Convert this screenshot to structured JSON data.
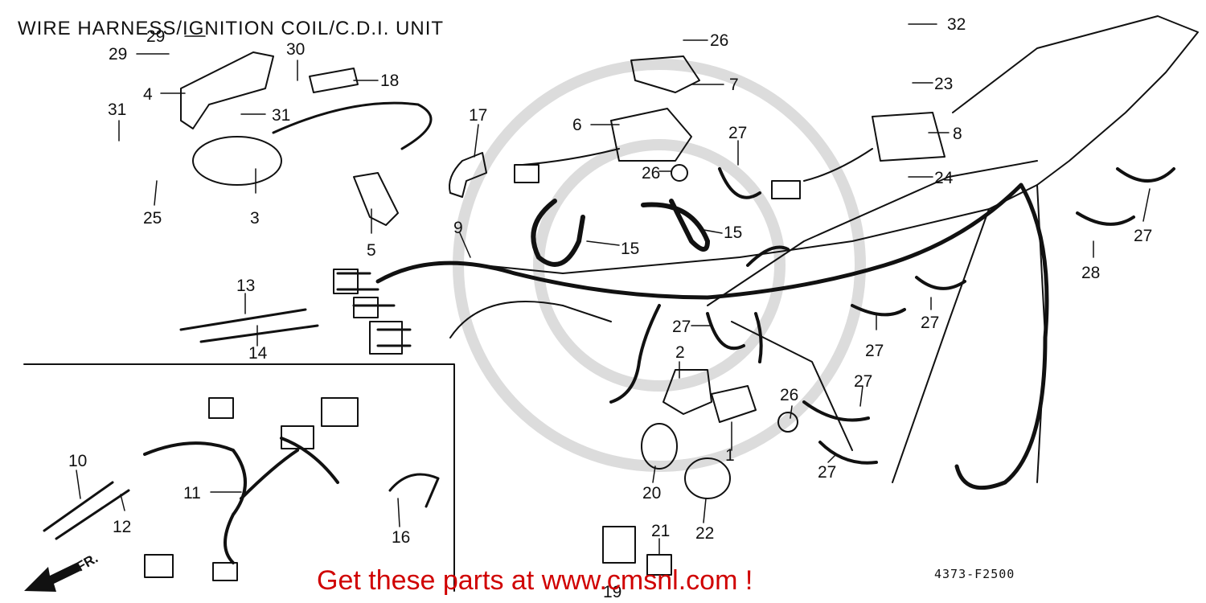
{
  "title": "WIRE HARNESS/IGNITION COIL/C.D.I. UNIT",
  "code": "4373-F2500",
  "promo": "Get these parts at www.cmsnl.com !",
  "fr": "FR.",
  "callouts": [
    {
      "id": "c1",
      "text": "1"
    },
    {
      "id": "c2",
      "text": "2"
    },
    {
      "id": "c3",
      "text": "3"
    },
    {
      "id": "c4",
      "text": "4"
    },
    {
      "id": "c5",
      "text": "5"
    },
    {
      "id": "c6",
      "text": "6"
    },
    {
      "id": "c7",
      "text": "7"
    },
    {
      "id": "c8",
      "text": "8"
    },
    {
      "id": "c9",
      "text": "9"
    },
    {
      "id": "c10",
      "text": "10"
    },
    {
      "id": "c11",
      "text": "11"
    },
    {
      "id": "c12",
      "text": "12"
    },
    {
      "id": "c13",
      "text": "13"
    },
    {
      "id": "c14",
      "text": "14"
    },
    {
      "id": "c15a",
      "text": "15"
    },
    {
      "id": "c15b",
      "text": "15"
    },
    {
      "id": "c16",
      "text": "16"
    },
    {
      "id": "c17",
      "text": "17"
    },
    {
      "id": "c18",
      "text": "18"
    },
    {
      "id": "c19",
      "text": "19"
    },
    {
      "id": "c20",
      "text": "20"
    },
    {
      "id": "c21",
      "text": "21"
    },
    {
      "id": "c22",
      "text": "22"
    },
    {
      "id": "c23",
      "text": "23"
    },
    {
      "id": "c24",
      "text": "24"
    },
    {
      "id": "c25",
      "text": "25"
    },
    {
      "id": "c26a",
      "text": "26"
    },
    {
      "id": "c26b",
      "text": "26"
    },
    {
      "id": "c26c",
      "text": "26"
    },
    {
      "id": "c27a",
      "text": "27"
    },
    {
      "id": "c27b",
      "text": "27"
    },
    {
      "id": "c27c",
      "text": "27"
    },
    {
      "id": "c27d",
      "text": "27"
    },
    {
      "id": "c27e",
      "text": "27"
    },
    {
      "id": "c27f",
      "text": "27"
    },
    {
      "id": "c27g",
      "text": "27"
    },
    {
      "id": "c28",
      "text": "28"
    },
    {
      "id": "c29a",
      "text": "29"
    },
    {
      "id": "c29b",
      "text": "29"
    },
    {
      "id": "c30",
      "text": "30"
    },
    {
      "id": "c31a",
      "text": "31"
    },
    {
      "id": "c31b",
      "text": "31"
    },
    {
      "id": "c32",
      "text": "32"
    }
  ],
  "colors": {
    "ink": "#111111",
    "promo": "#d00000",
    "watermark": "#dcdcdc"
  }
}
